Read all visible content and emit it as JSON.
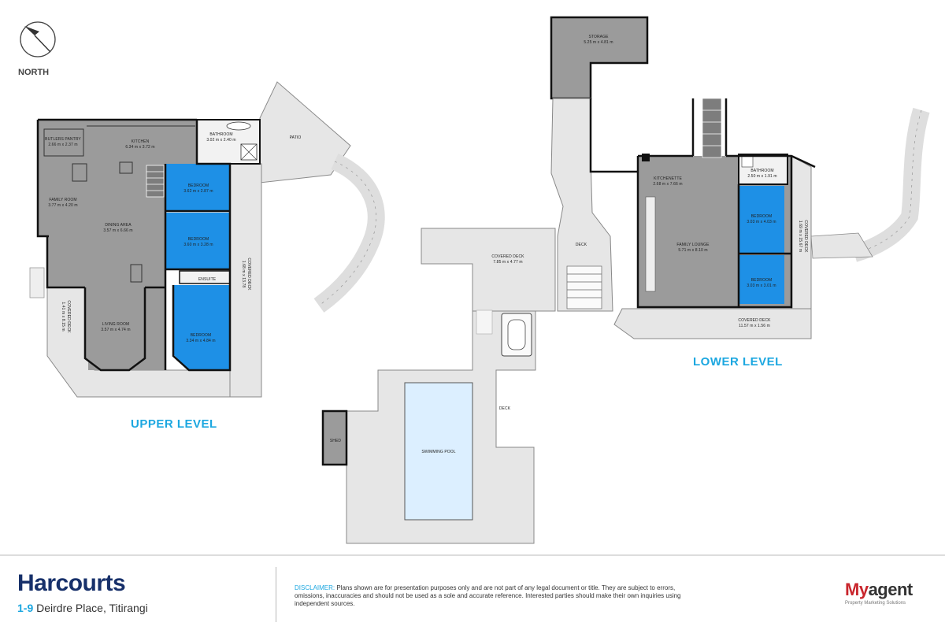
{
  "compass": {
    "label": "NORTH"
  },
  "levels": {
    "upper": "UPPER LEVEL",
    "lower": "LOWER LEVEL"
  },
  "rooms": {
    "butlers_pantry": {
      "name": "BUTLERS PANTRY",
      "dims": "2.66 m x 2.37 m"
    },
    "kitchen": {
      "name": "KITCHEN",
      "dims": "6.34 m x 3.72 m"
    },
    "bathroom_upper": {
      "name": "BATHROOM",
      "dims": "3.02 m x 2.40 m"
    },
    "patio": {
      "name": "PATIO"
    },
    "family_room": {
      "name": "FAMILY ROOM",
      "dims": "3.77 m x 4.20 m"
    },
    "dining_area": {
      "name": "DINING AREA",
      "dims": "3.57 m x 6.66 m"
    },
    "bedroom_1": {
      "name": "BEDROOM",
      "dims": "3.62 m x 2.87 m"
    },
    "bedroom_2": {
      "name": "BEDROOM",
      "dims": "3.60 m x 3.28 m"
    },
    "ensuite": {
      "name": "ENSUITE"
    },
    "bedroom_3": {
      "name": "BEDROOM",
      "dims": "3.34 m x 4.84 m"
    },
    "living_room": {
      "name": "LIVING ROOM",
      "dims": "3.57 m x 4.74 m"
    },
    "covered_deck_left": {
      "name": "COVERED DECK",
      "dims": "1.41 m x 8.15 m"
    },
    "covered_deck_upper_right": {
      "name": "COVERED DECK",
      "dims": "1.68 m x 13.78"
    },
    "storage": {
      "name": "STORAGE",
      "dims": "5.25 m x 4.81 m"
    },
    "covered_deck_mid": {
      "name": "COVERED DECK",
      "dims": "7.85 m x 4.77 m"
    },
    "deck_upper": {
      "name": "DECK"
    },
    "deck_lower": {
      "name": "DECK"
    },
    "shed": {
      "name": "SHED"
    },
    "swimming_pool": {
      "name": "SWIMMING POOL"
    },
    "kitchenette": {
      "name": "KITCHENETTE",
      "dims": "2.68 m x 7.66 m"
    },
    "bathroom_lower": {
      "name": "BATHROOM",
      "dims": "2.50 m x 1.91 m"
    },
    "family_lounge": {
      "name": "FAMILY LOUNGE",
      "dims": "5.71 m x 8.10 m"
    },
    "bedroom_4": {
      "name": "BEDROOM",
      "dims": "3.03 m x 4.03 m"
    },
    "bedroom_5": {
      "name": "BEDROOM",
      "dims": "3.03 m x 3.01 m"
    },
    "covered_deck_lower": {
      "name": "COVERED DECK",
      "dims": "11.57 m x 1.56 m"
    },
    "covered_deck_lower_right": {
      "name": "COVERED DECK",
      "dims": "1.69 m x 15.67 m"
    }
  },
  "footer": {
    "brand": "Harcourts",
    "address_number": "1-9",
    "address_rest": " Deirdre Place, Titirangi",
    "disclaimer_label": "DISCLAIMER:",
    "disclaimer_text": " Plans shown are for presentation purposes only and are not part of any legal document or title. They are subject to errors, omissions, inaccuracies and should not be used as a sole and accurate reference. Interested parties should make their own inquiries using independent sources.",
    "logo_my": "My",
    "logo_agent": "agent",
    "logo_tagline": "Property Marketing Solutions"
  },
  "colors": {
    "bedroom": "#1e90e6",
    "pool": "#dcefff",
    "interior": "#9b9b9b",
    "deck": "#e6e6e6",
    "wall": "#111111",
    "accent": "#1ca7e0",
    "brand": "#17306a"
  }
}
